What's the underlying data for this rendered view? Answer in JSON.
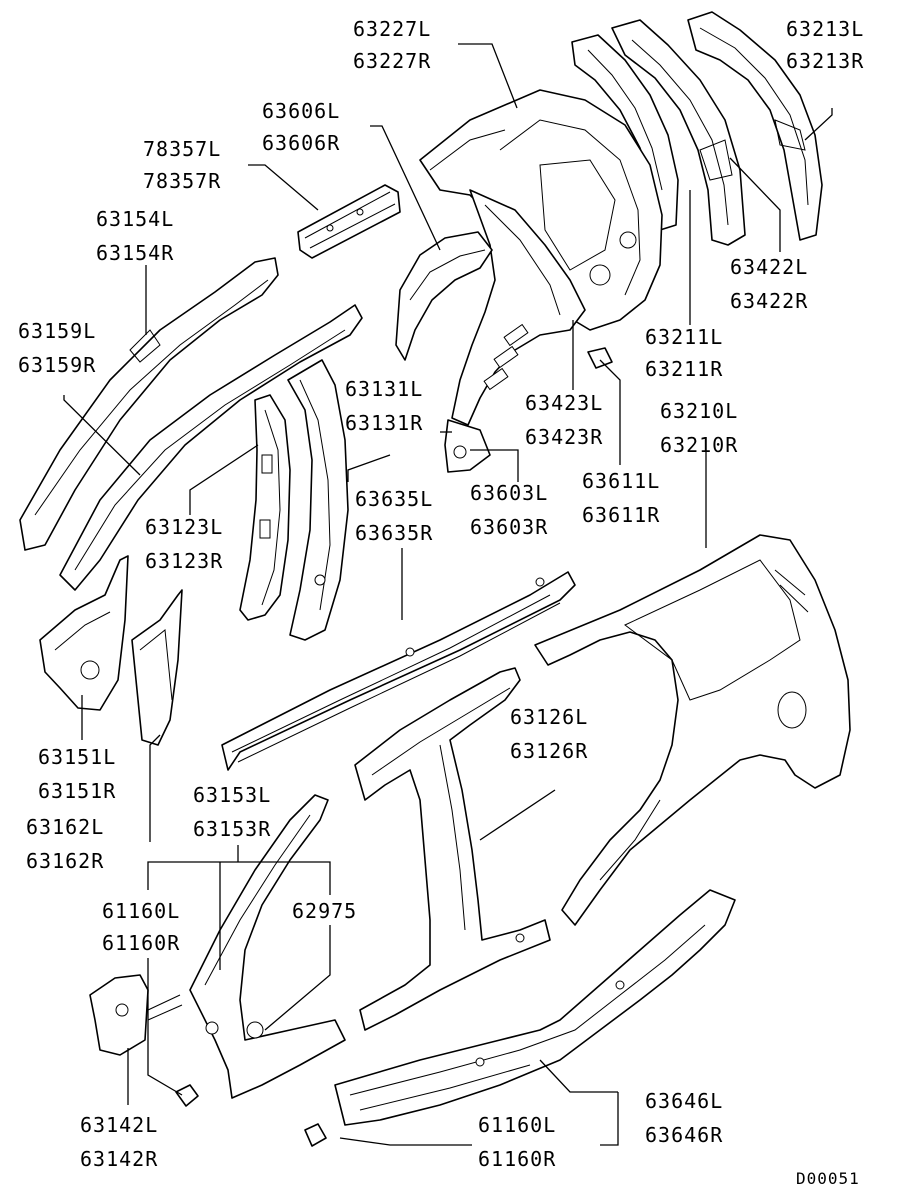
{
  "diagram": {
    "reference_code": "D00051",
    "callouts": [
      {
        "id": "c63227",
        "lines": [
          "63227L",
          "63227R"
        ]
      },
      {
        "id": "c63213",
        "lines": [
          "63213L",
          "63213R"
        ]
      },
      {
        "id": "c63606",
        "lines": [
          "63606L",
          "63606R"
        ]
      },
      {
        "id": "c78357",
        "lines": [
          "78357L",
          "78357R"
        ]
      },
      {
        "id": "c63154",
        "lines": [
          "63154L",
          "63154R"
        ]
      },
      {
        "id": "c63159",
        "lines": [
          "63159L",
          "63159R"
        ]
      },
      {
        "id": "c63131",
        "lines": [
          "63131L",
          "63131R"
        ]
      },
      {
        "id": "c63423",
        "lines": [
          "63423L",
          "63423R"
        ]
      },
      {
        "id": "c63211",
        "lines": [
          "63211L",
          "63211R"
        ]
      },
      {
        "id": "c63422",
        "lines": [
          "63422L",
          "63422R"
        ]
      },
      {
        "id": "c63210",
        "lines": [
          "63210L",
          "63210R"
        ]
      },
      {
        "id": "c63123",
        "lines": [
          "63123L",
          "63123R"
        ]
      },
      {
        "id": "c63635",
        "lines": [
          "63635L",
          "63635R"
        ]
      },
      {
        "id": "c63603",
        "lines": [
          "63603L",
          "63603R"
        ]
      },
      {
        "id": "c63611",
        "lines": [
          "63611L",
          "63611R"
        ]
      },
      {
        "id": "c63151",
        "lines": [
          "63151L",
          "63151R"
        ]
      },
      {
        "id": "c63162",
        "lines": [
          "63162L",
          "63162R"
        ]
      },
      {
        "id": "c63126",
        "lines": [
          "63126L",
          "63126R"
        ]
      },
      {
        "id": "c63153",
        "lines": [
          "63153L",
          "63153R"
        ]
      },
      {
        "id": "c61160a",
        "lines": [
          "61160L",
          "61160R"
        ]
      },
      {
        "id": "c62975",
        "lines": [
          "62975"
        ]
      },
      {
        "id": "c63142",
        "lines": [
          "63142L",
          "63142R"
        ]
      },
      {
        "id": "c63646",
        "lines": [
          "63646L",
          "63646R"
        ]
      },
      {
        "id": "c61160b",
        "lines": [
          "61160L",
          "61160R"
        ]
      }
    ]
  }
}
